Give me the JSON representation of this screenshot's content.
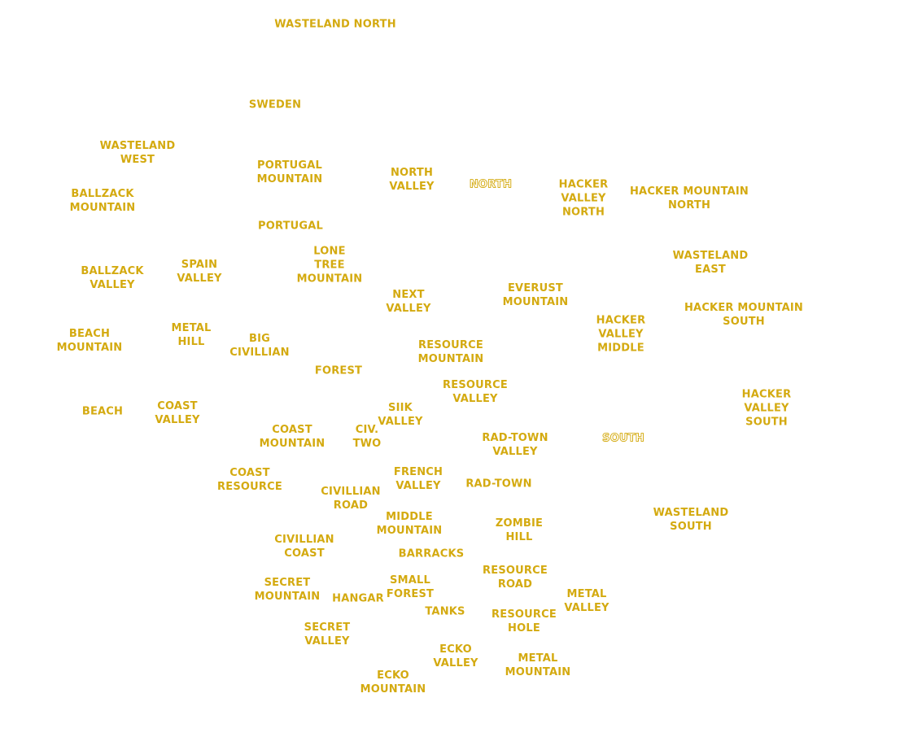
{
  "map": {
    "label_color": "#d4aa10",
    "background": "#ffffff",
    "locations": [
      {
        "id": "wasteland-north",
        "label": "WASTELAND NORTH"
      },
      {
        "id": "sweden",
        "label": "SWEDEN"
      },
      {
        "id": "wasteland-west",
        "label": "WASTELAND\nWEST"
      },
      {
        "id": "portugal-mountain",
        "label": "PORTUGAL\nMOUNTAIN"
      },
      {
        "id": "north-valley",
        "label": "NORTH\nVALLEY"
      },
      {
        "id": "north",
        "label": "NORTH",
        "style": "outline"
      },
      {
        "id": "hacker-valley-north",
        "label": "HACKER\nVALLEY\nNORTH"
      },
      {
        "id": "hacker-mountain-north",
        "label": "HACKER MOUNTAIN\nNORTH"
      },
      {
        "id": "ballzack-mountain",
        "label": "BALLZACK\nMOUNTAIN"
      },
      {
        "id": "portugal",
        "label": "PORTUGAL"
      },
      {
        "id": "lone-tree-mountain",
        "label": "LONE\nTREE\nMOUNTAIN"
      },
      {
        "id": "wasteland-east",
        "label": "WASTELAND\nEAST"
      },
      {
        "id": "ballzack-valley",
        "label": "BALLZACK\nVALLEY"
      },
      {
        "id": "spain-valley",
        "label": "SPAIN\nVALLEY"
      },
      {
        "id": "next-valley",
        "label": "NEXT\nVALLEY"
      },
      {
        "id": "everust-mountain",
        "label": "EVERUST\nMOUNTAIN"
      },
      {
        "id": "hacker-mountain-south",
        "label": "HACKER MOUNTAIN\nSOUTH"
      },
      {
        "id": "hacker-valley-middle",
        "label": "HACKER\nVALLEY\nMIDDLE"
      },
      {
        "id": "beach-mountain",
        "label": "BEACH\nMOUNTAIN"
      },
      {
        "id": "metal-hill",
        "label": "METAL\nHILL"
      },
      {
        "id": "big-civillian",
        "label": "BIG\nCIVILLIAN"
      },
      {
        "id": "resource-mountain",
        "label": "RESOURCE\nMOUNTAIN"
      },
      {
        "id": "forest",
        "label": "FOREST"
      },
      {
        "id": "resource-valley",
        "label": "RESOURCE\nVALLEY"
      },
      {
        "id": "hacker-valley-south",
        "label": "HACKER\nVALLEY\nSOUTH"
      },
      {
        "id": "beach",
        "label": "BEACH"
      },
      {
        "id": "coast-valley",
        "label": "COAST\nVALLEY"
      },
      {
        "id": "siik-valley",
        "label": "SIIK\nVALLEY"
      },
      {
        "id": "coast-mountain",
        "label": "COAST\nMOUNTAIN"
      },
      {
        "id": "civ-two",
        "label": "CIV.\nTWO"
      },
      {
        "id": "rad-town-valley",
        "label": "RAD-TOWN\nVALLEY"
      },
      {
        "id": "south",
        "label": "SOUTH",
        "style": "outline"
      },
      {
        "id": "coast-resource",
        "label": "COAST\nRESOURCE"
      },
      {
        "id": "french-valley",
        "label": "FRENCH\nVALLEY"
      },
      {
        "id": "rad-town",
        "label": "RAD-TOWN"
      },
      {
        "id": "civillian-road",
        "label": "CIVILLIAN\nROAD"
      },
      {
        "id": "wasteland-south",
        "label": "WASTELAND\nSOUTH"
      },
      {
        "id": "middle-mountain",
        "label": "MIDDLE\nMOUNTAIN"
      },
      {
        "id": "zombie-hill",
        "label": "ZOMBIE\nHILL"
      },
      {
        "id": "civillian-coast",
        "label": "CIVILLIAN\nCOAST"
      },
      {
        "id": "barracks",
        "label": "BARRACKS"
      },
      {
        "id": "resource-road",
        "label": "RESOURCE\nROAD"
      },
      {
        "id": "secret-mountain",
        "label": "SECRET\nMOUNTAIN"
      },
      {
        "id": "small-forest",
        "label": "SMALL\nFOREST"
      },
      {
        "id": "hangar",
        "label": "HANGAR"
      },
      {
        "id": "metal-valley",
        "label": "METAL\nVALLEY"
      },
      {
        "id": "tanks",
        "label": "TANKS"
      },
      {
        "id": "resource-hole",
        "label": "RESOURCE\nHOLE"
      },
      {
        "id": "secret-valley",
        "label": "SECRET\nVALLEY"
      },
      {
        "id": "ecko-valley",
        "label": "ECKO\nVALLEY"
      },
      {
        "id": "metal-mountain",
        "label": "METAL\nMOUNTAIN"
      },
      {
        "id": "ecko-mountain",
        "label": "ECKO\nMOUNTAIN"
      }
    ]
  }
}
